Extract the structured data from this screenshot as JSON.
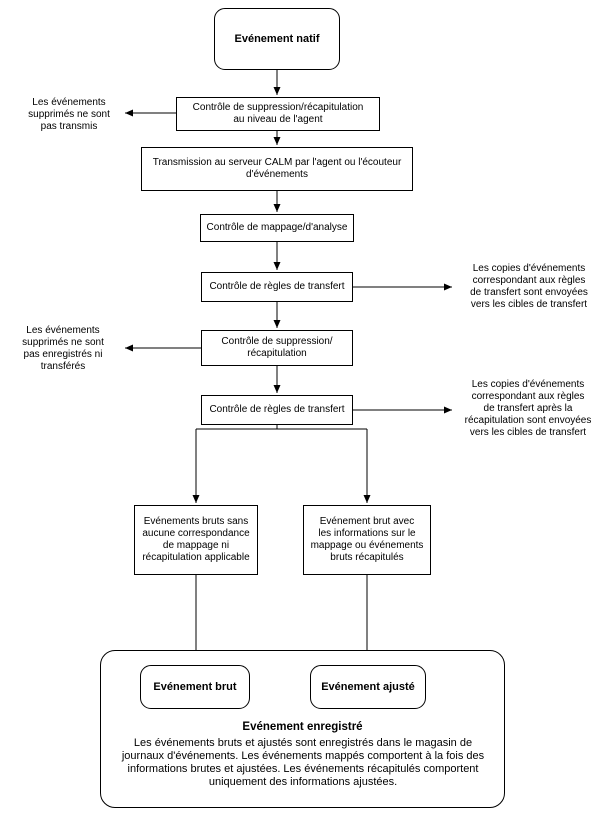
{
  "diagram": {
    "nodes": {
      "native_event": "Evénement natif",
      "agent_suppression_control": "Contrôle de suppression/récapitulation\nau niveau de l'agent",
      "calm_transmission": "Transmission au serveur CALM par l'agent ou l'écouteur\nd'événements",
      "mapping_analysis_control": "Contrôle de mappage/d'analyse",
      "transfer_rules_control_1": "Contrôle de règles de transfert",
      "suppression_summarization_control": "Contrôle de suppression/\nrécapitulation",
      "transfer_rules_control_2": "Contrôle de règles de transfert",
      "raw_events_no_mapping": "Evénements bruts sans\naucune correspondance\nde mappage ni\nrécapitulation applicable",
      "raw_event_with_mapping": "Evénement brut avec\nles informations sur le\nmappage ou événements\nbruts récapitulés",
      "raw_event": "Evénement brut",
      "adjusted_event": "Evénement ajusté"
    },
    "side_labels": {
      "not_transmitted": "Les événements\nsupprimés ne sont\npas transmis",
      "transfer_copies_1": "Les copies d'événements\ncorrespondant aux règles\nde transfert sont envoyées\nvers les cibles de transfert",
      "not_recorded": "Les événements\nsupprimés ne sont\npas enregistrés ni\ntransférés",
      "transfer_copies_2": "Les copies d'événements\ncorrespondant aux règles\nde transfert après la\nrécapitulation sont envoyées\nvers les cibles de transfert"
    },
    "recorded_event": {
      "title": "Evénement enregistré",
      "body": "Les événements bruts et ajustés sont enregistrés dans le magasin de journaux d'événements. Les événements mappés comportent à la fois des informations brutes et ajustées. Les événements récapitulés comportent uniquement des informations ajustées."
    },
    "colors": {
      "border": "#000000",
      "background": "#ffffff",
      "text": "#000000"
    }
  }
}
